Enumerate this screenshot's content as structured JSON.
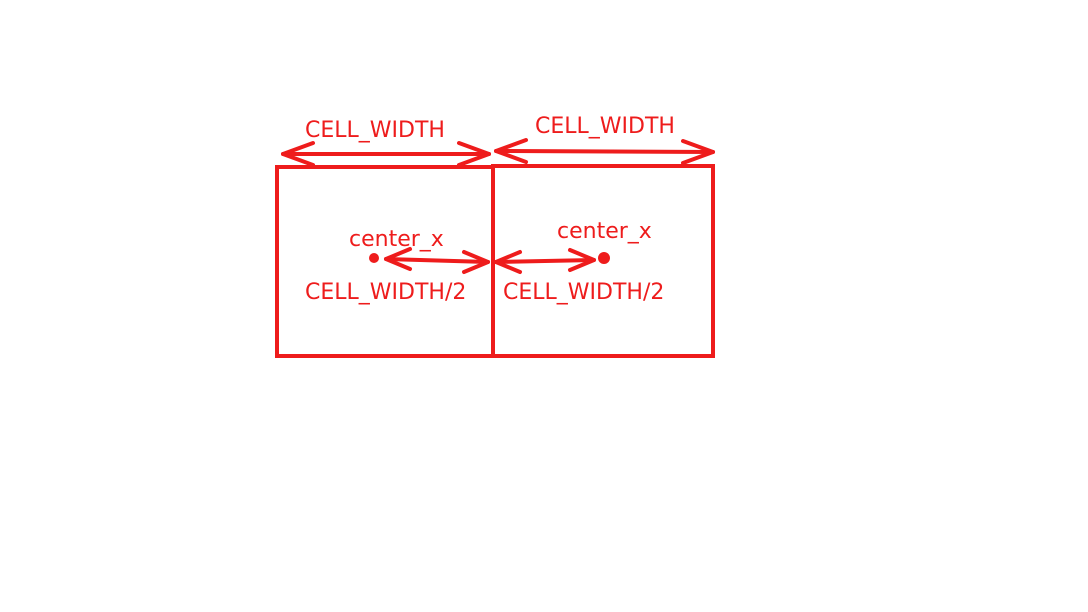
{
  "colors": {
    "stroke": "#ee1c1c",
    "background": "#ffffff"
  },
  "labels": {
    "left_width": "CELL_WIDTH",
    "right_width": "CELL_WIDTH",
    "left_center": "center_x",
    "right_center": "center_x",
    "left_half": "CELL_WIDTH/2",
    "right_half": "CELL_WIDTH/2"
  }
}
